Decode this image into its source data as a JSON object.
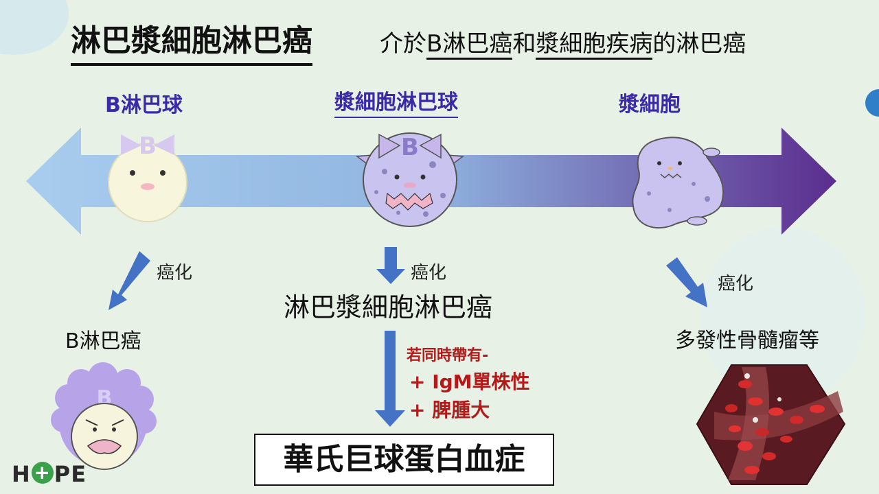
{
  "title": {
    "main": "淋巴漿細胞淋巴癌",
    "sub_parts": [
      "介於",
      "B淋巴癌",
      "和",
      "漿細胞疾病",
      "的淋巴癌"
    ]
  },
  "stages": [
    {
      "label": "B淋巴球"
    },
    {
      "label": "漿細胞淋巴球"
    },
    {
      "label": "漿細胞"
    }
  ],
  "cell_badge": "B",
  "cancerization": "癌化",
  "outcomes": {
    "b_lymphoma": "B淋巴癌",
    "lpl": "淋巴漿細胞淋巴癌",
    "myeloma": "多發性骨髓瘤等"
  },
  "condition": {
    "head": "若同時帶有-",
    "items": [
      "+ IgM單株性",
      "+ 脾腫大"
    ]
  },
  "result": "華氏巨球蛋白血症",
  "logo": {
    "pre": "H",
    "mid": "+",
    "post": "PE"
  },
  "colors": {
    "arrow_left": "#9fc7ea",
    "arrow_right": "#5b2d8e",
    "arrow_blue": "#4472c4",
    "emphasis": "#b31b1b",
    "stage_text": "#3a2aa8"
  }
}
